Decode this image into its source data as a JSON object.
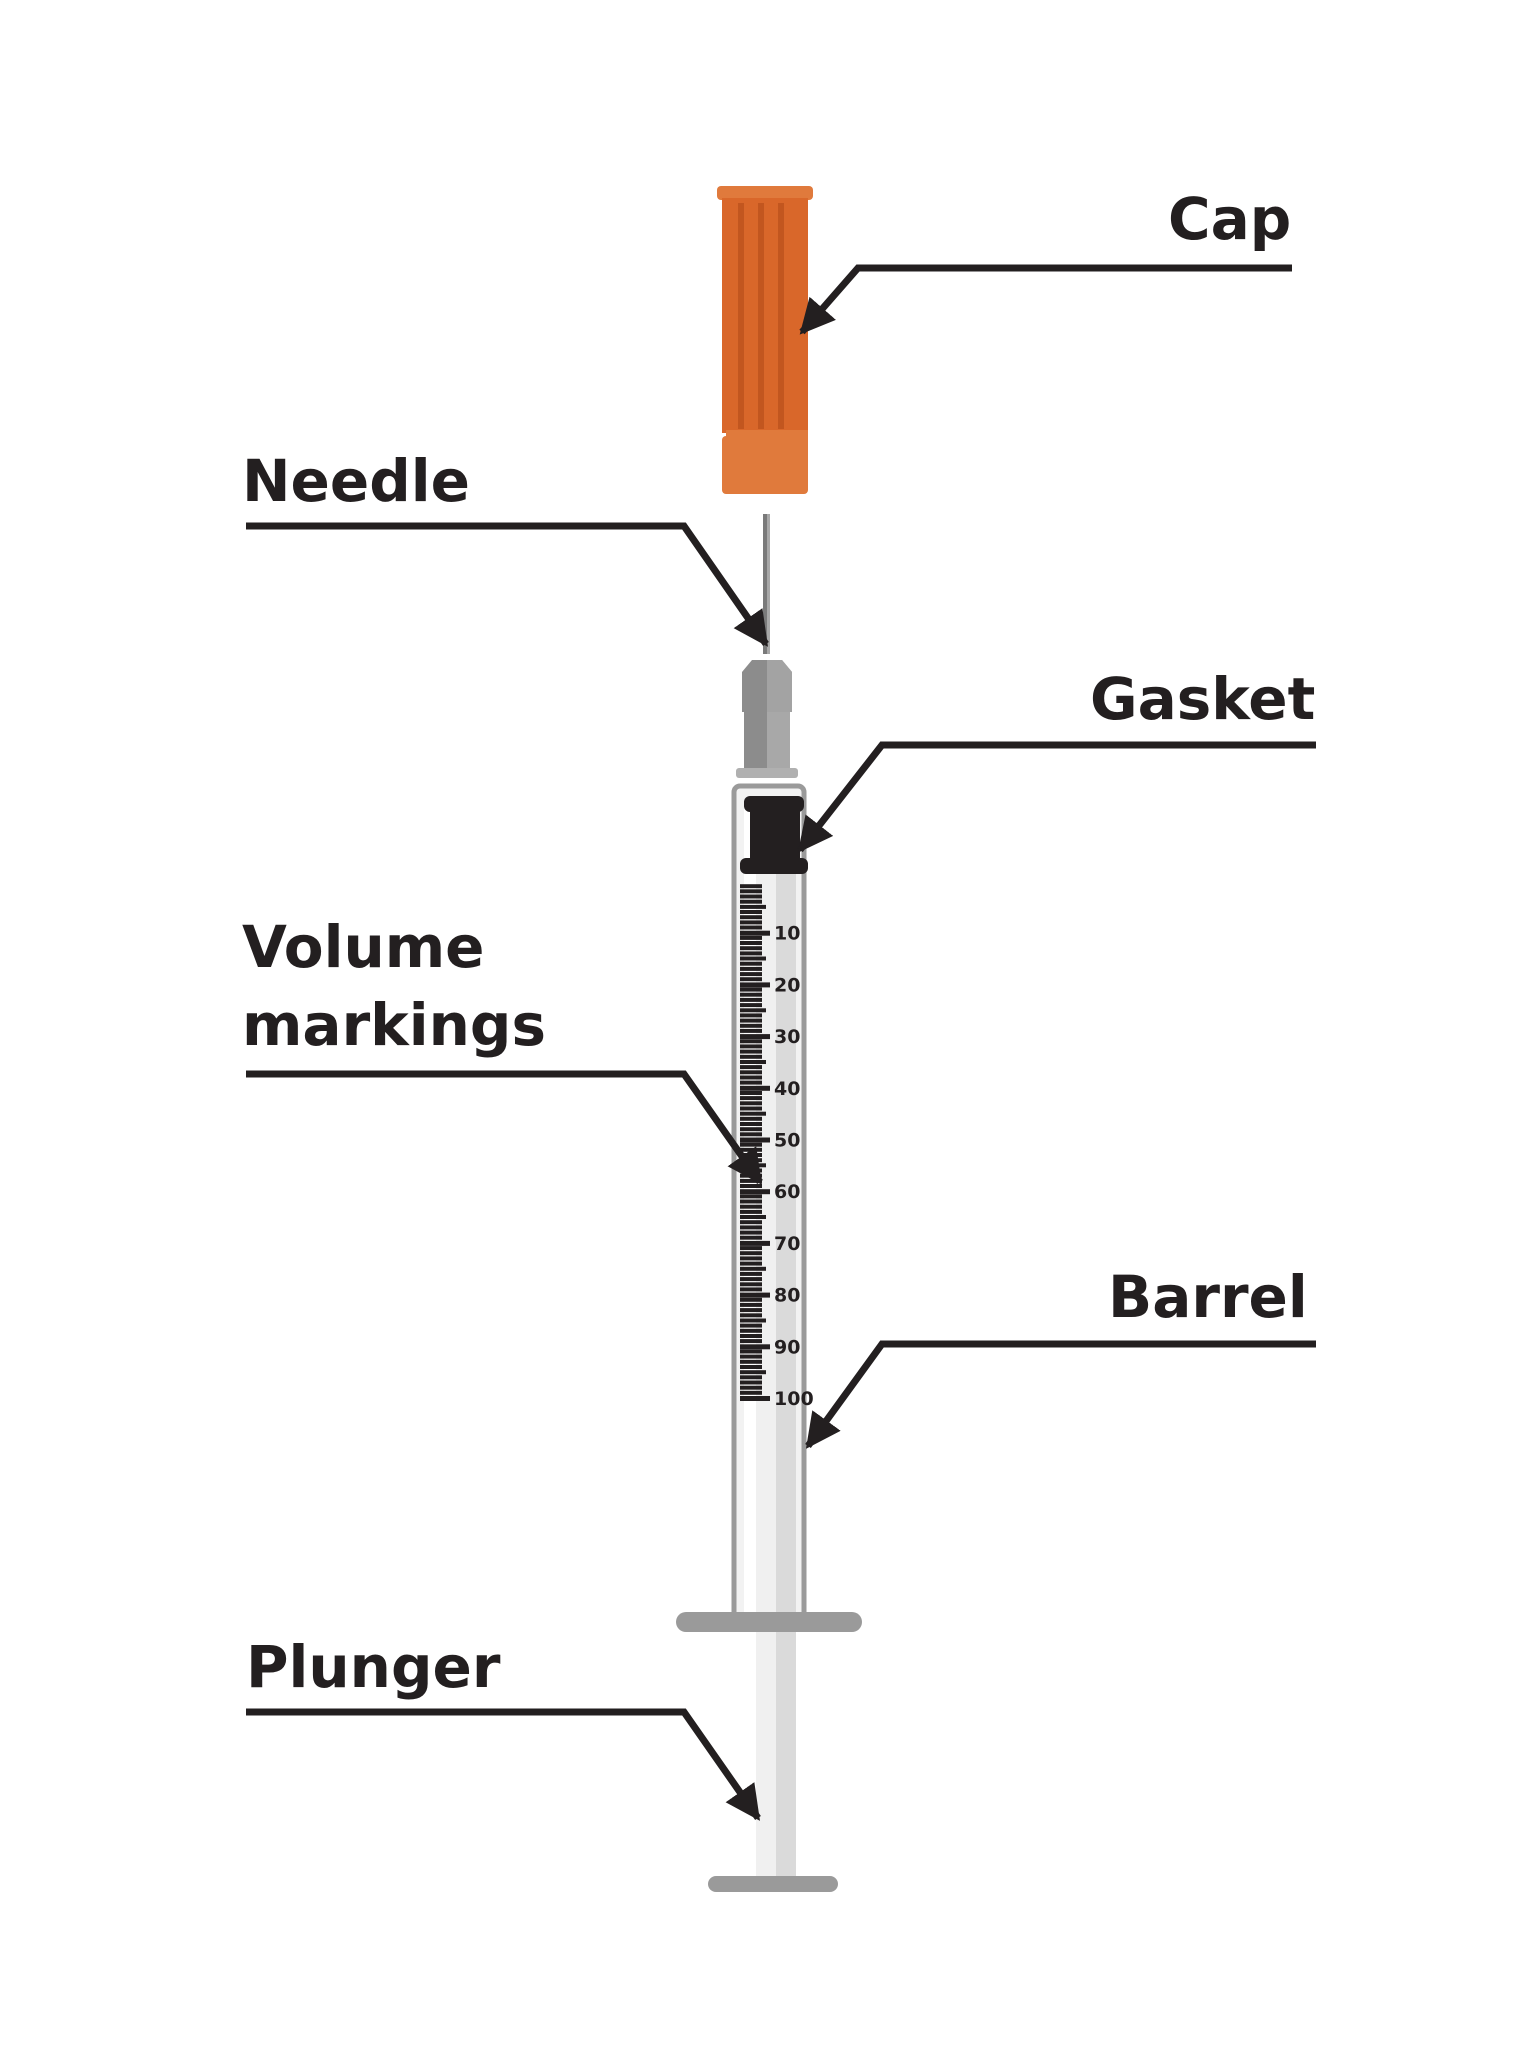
{
  "labels": {
    "cap": "Cap",
    "needle": "Needle",
    "gasket": "Gasket",
    "volume_line1": "Volume",
    "volume_line2": "markings",
    "barrel": "Barrel",
    "plunger": "Plunger"
  },
  "scale": {
    "ticks": [
      "10",
      "20",
      "30",
      "40",
      "50",
      "60",
      "70",
      "80",
      "90",
      "100"
    ]
  },
  "colors": {
    "text": "#231f20",
    "cap_orange": "#d9672a",
    "cap_orange_light": "#e07a3c",
    "barrel_gray": "#9a9a9a",
    "gasket_black": "#231f20",
    "plunger_light": "#e6e6e6"
  }
}
